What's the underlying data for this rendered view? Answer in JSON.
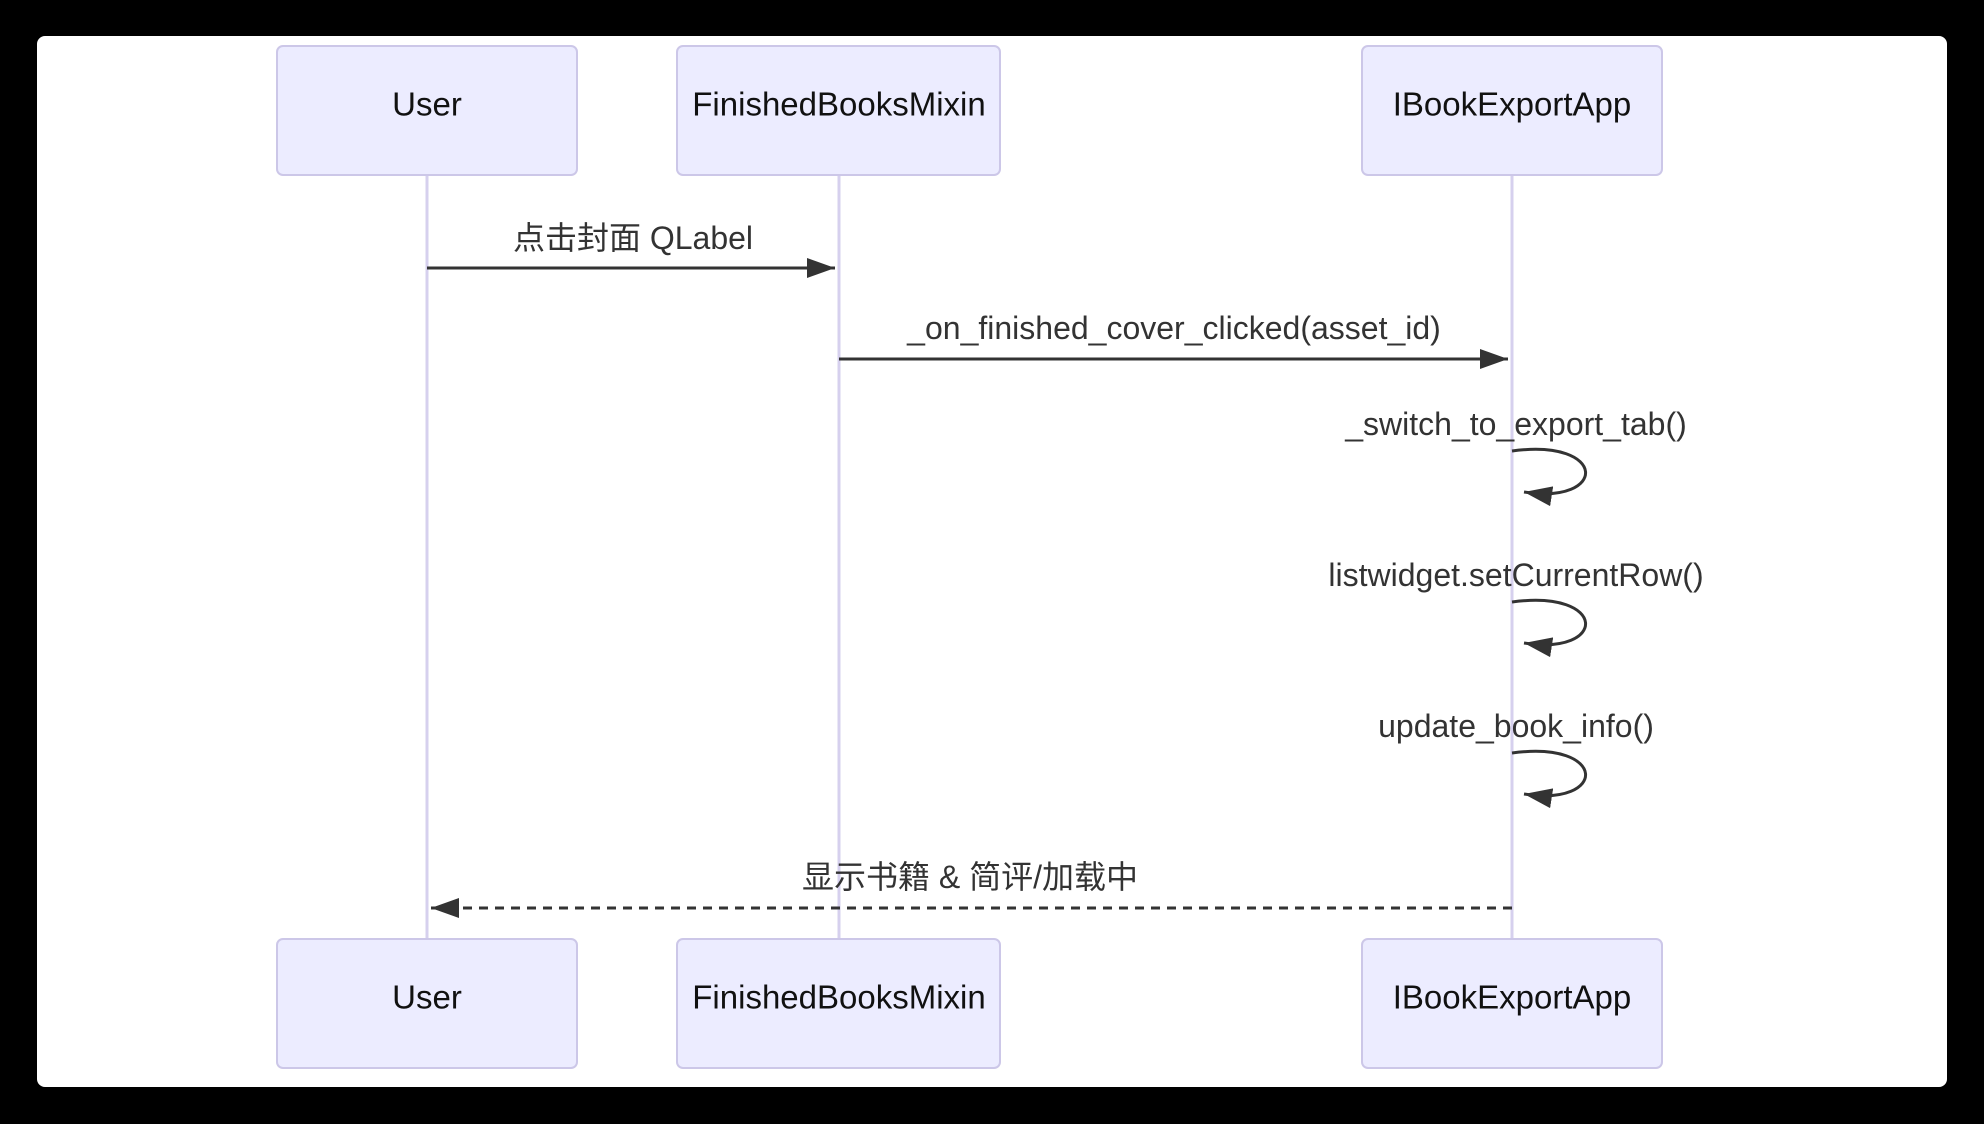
{
  "diagram": {
    "type": "sequence",
    "participants": [
      {
        "id": "user",
        "label": "User"
      },
      {
        "id": "finished-books-mixin",
        "label": "FinishedBooksMixin"
      },
      {
        "id": "ibook-export-app",
        "label": "IBookExportApp"
      }
    ],
    "messages": [
      {
        "from": "User",
        "to": "FinishedBooksMixin",
        "style": "solid-arrow",
        "label": "点击封面 QLabel"
      },
      {
        "from": "FinishedBooksMixin",
        "to": "IBookExportApp",
        "style": "solid-arrow",
        "label": "_on_finished_cover_clicked(asset_id)"
      },
      {
        "from": "IBookExportApp",
        "to": "IBookExportApp",
        "style": "self-call",
        "label": "_switch_to_export_tab()"
      },
      {
        "from": "IBookExportApp",
        "to": "IBookExportApp",
        "style": "self-call",
        "label": "listwidget.setCurrentRow()"
      },
      {
        "from": "IBookExportApp",
        "to": "IBookExportApp",
        "style": "self-call",
        "label": "update_book_info()"
      },
      {
        "from": "IBookExportApp",
        "to": "User",
        "style": "dashed-arrow",
        "label": "显示书籍 & 简评/加载中"
      }
    ]
  },
  "colors": {
    "page_background": "#000000",
    "canvas_background": "#FFFFFF",
    "actor_fill": "#ECECFF",
    "actor_border": "#CCC7E8",
    "lifeline": "#D6D0EE",
    "line": "#333333",
    "actor_text": "#111111",
    "message_text": "#333333"
  }
}
